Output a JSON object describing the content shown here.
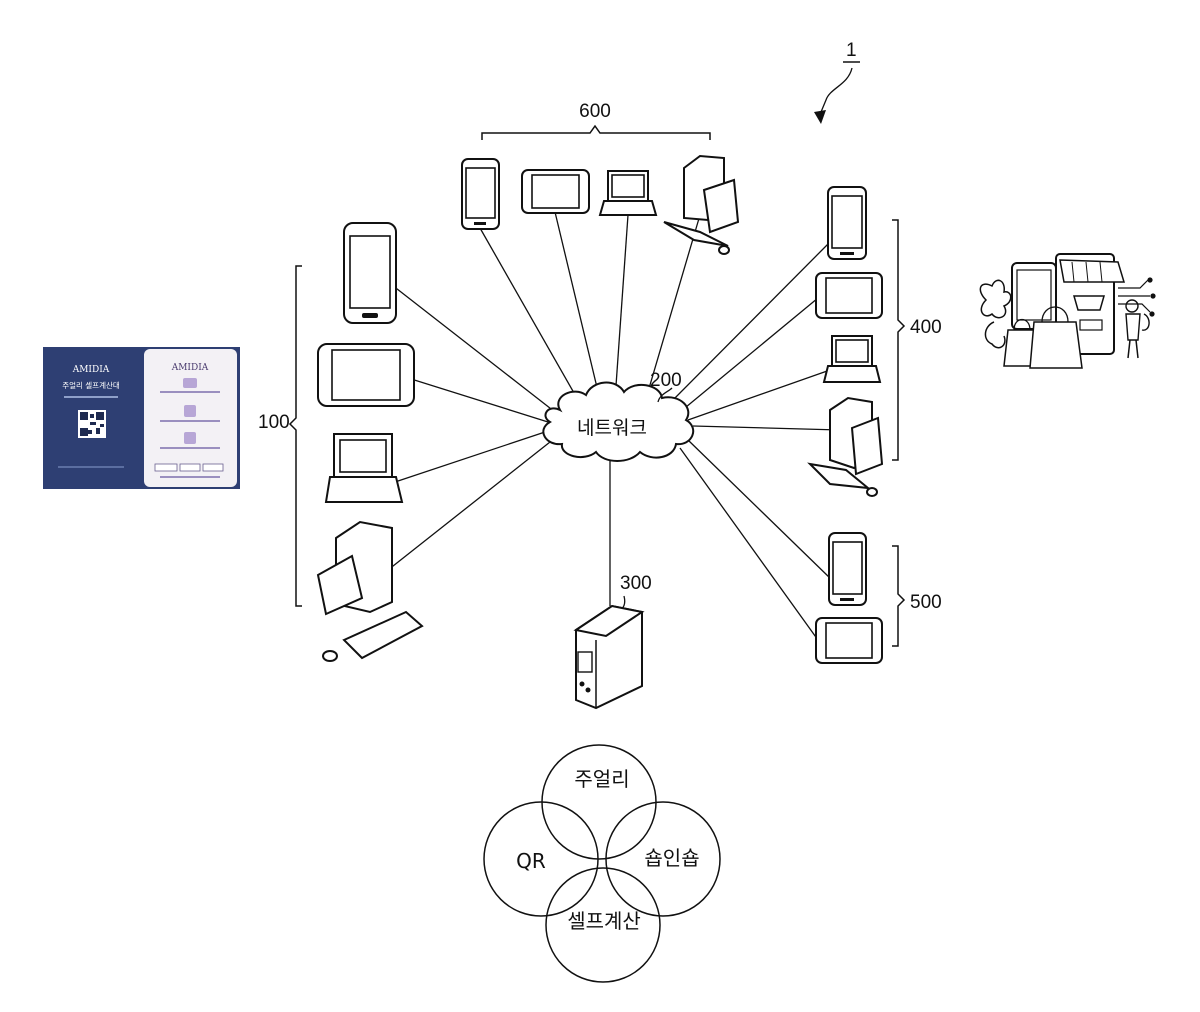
{
  "system": {
    "ref_label": "1"
  },
  "groups": {
    "user_terminals": {
      "ref": "100"
    },
    "network": {
      "ref": "200",
      "label": "네트워크"
    },
    "server": {
      "ref": "300"
    },
    "store_terminals": {
      "ref": "400"
    },
    "group_500": {
      "ref": "500"
    },
    "group_600": {
      "ref": "600"
    }
  },
  "kiosk": {
    "brand_left": "AMIDIA",
    "title": "주얼리 셀프계산대",
    "brand_right": "AMIDIA"
  },
  "venn": {
    "circles": [
      "주얼리",
      "QR",
      "숍인숍",
      "셀프계산"
    ]
  }
}
